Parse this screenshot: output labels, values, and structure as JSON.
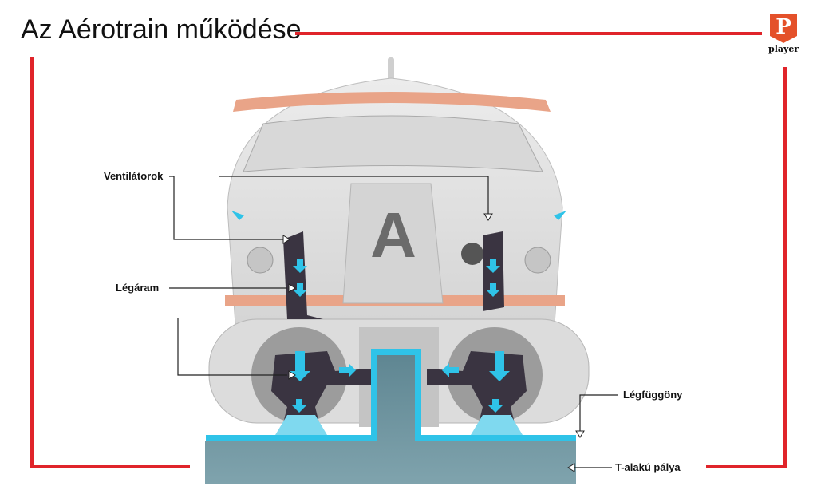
{
  "title": "Az Aérotrain működése",
  "logo": {
    "letter": "P",
    "word": "player",
    "color": "#e4512a"
  },
  "labels": {
    "fans": "Ventilátorok",
    "airflow": "Légáram",
    "air_curtain": "Légfüggöny",
    "track": "T-alakú pálya"
  },
  "train_emblem": "A",
  "colors": {
    "frame": "#e0242a",
    "air": "#2fc3e8",
    "track": "#6f97a3",
    "stripe": "#e9a488"
  }
}
